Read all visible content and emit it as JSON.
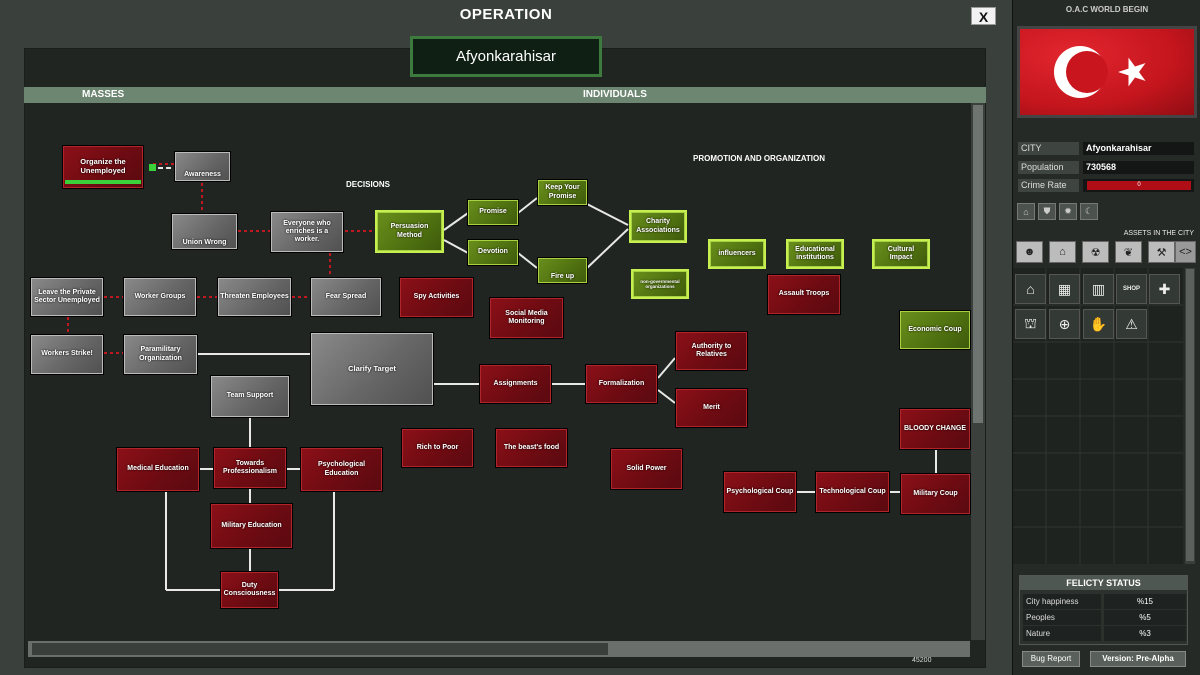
{
  "window": {
    "title": "OPERATION",
    "close_label": "X",
    "city_name": "Afyonkarahisar",
    "categories": {
      "masses": "MASSES",
      "individuals": "INDIVIDUALS"
    },
    "canvas_labels": {
      "decisions": "DECISIONS",
      "promotion": "PROMOTION AND ORGANIZATION"
    },
    "coordinate_readout": "45200"
  },
  "nodes": {
    "organize_unemployed": "Organize the Unemployed",
    "awareness": "Awareness",
    "union_wrong": "Union Wrong",
    "everyone_worker": "Everyone who enriches is a worker.",
    "persuasion_method": "Persuasion Method",
    "promise": "Promise",
    "devotion": "Devotion",
    "keep_promise": "Keep Your Promise",
    "fire_up": "Fire up",
    "charity": "Charity Associations",
    "ngo": "non-governmental organizations",
    "influencers": "influencers",
    "educational": "Educational institutions",
    "cultural": "Cultural Impact",
    "assault_troops": "Assault Troops",
    "economic_coup": "Economic Coup",
    "leave_private": "Leave the Private Sector Unemployed",
    "worker_groups": "Worker Groups",
    "threaten": "Threaten Employees",
    "fear_spread": "Fear Spread",
    "spy_activities": "Spy Activities",
    "social_media": "Social Media Monitoring",
    "workers_strike": "Workers Strike!",
    "paramilitary": "Paramilitary Organization",
    "clarify_target": "Clarify Target",
    "assignments": "Assignments",
    "formalization": "Formalization",
    "authority": "Authority to Relatives",
    "merit": "Merit",
    "team_support": "Team Support",
    "rich_to_poor": "Rich to Poor",
    "beasts_food": "The beast's food",
    "solid_power": "Solid Power",
    "bloody_change": "BLOODY CHANGE",
    "psychological_coup": "Psychological Coup",
    "technological_coup": "Technological Coup",
    "military_coup": "Military Coup",
    "medical_education": "Medical Education",
    "towards_prof": "Towards Professionalism",
    "psych_education": "Psychological Education",
    "military_education": "Military Education",
    "duty": "Duty Consciousness"
  },
  "side": {
    "world_title": "O.A.C WORLD BEGIN",
    "city_key": "CITY",
    "city_value": "Afyonkarahisar",
    "population_key": "Population",
    "population_value": "730568",
    "crime_key": "Crime Rate",
    "crime_value": "0",
    "assets_label": "ASSETS IN THE CITY",
    "shop_label": "SHOP",
    "felicity_title": "FELICTY STATUS",
    "felicity": [
      {
        "key": "City happiness",
        "value": "%15"
      },
      {
        "key": "Peoples",
        "value": "%5"
      },
      {
        "key": "Nature",
        "value": "%3"
      }
    ],
    "bug_report": "Bug Report",
    "version": "Version: Pre-Alpha"
  },
  "colors": {
    "red_node": "#7a0d14",
    "green_node": "#5a7d14",
    "gray_node": "#646464",
    "category_bar": "#6c8671",
    "crime_bar": "#b00e17"
  }
}
